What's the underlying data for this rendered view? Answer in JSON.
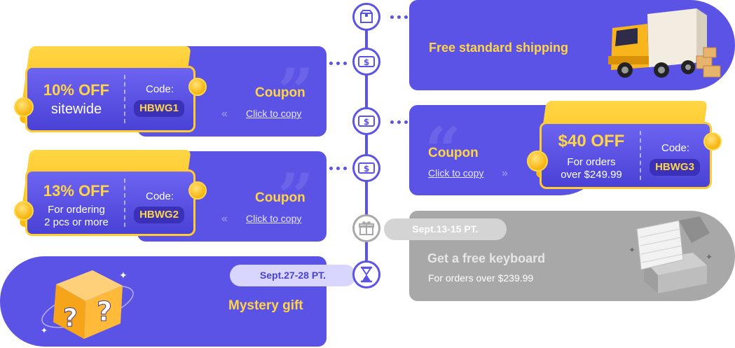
{
  "colors": {
    "primary": "#5b52e6",
    "accent": "#ffd545",
    "gray": "#a8a8a8"
  },
  "shipping": {
    "title": "Free standard shipping",
    "icon": "truck-illustration"
  },
  "coupon1": {
    "big": "10% OFF",
    "small": "sitewide",
    "code_label": "Code:",
    "code": "HBWG1",
    "title": "Coupon",
    "link": "Click to copy"
  },
  "coupon2": {
    "big": "$40 OFF",
    "small1": "For orders",
    "small2": "over $249.99",
    "code_label": "Code:",
    "code": "HBWG3",
    "title": "Coupon",
    "link": "Click to copy"
  },
  "coupon3": {
    "big": "13% OFF",
    "small1": "For ordering",
    "small2": "2 pcs or more",
    "code_label": "Code:",
    "code": "HBWG2",
    "title": "Coupon",
    "link": "Click to copy"
  },
  "keyboard": {
    "date": "Sept.13-15 PT.",
    "title": "Get a free keyboard",
    "subtitle": "For orders over $239.99",
    "icon": "keyboard-gift-illustration"
  },
  "mystery": {
    "date": "Sept.27-28 PT.",
    "title": "Mystery gift",
    "icon": "mystery-box-illustration"
  },
  "timeline_icons": [
    "box-icon",
    "dollar-bill-icon",
    "dollar-bill-icon",
    "dollar-bill-icon",
    "gift-icon",
    "hourglass-icon"
  ]
}
